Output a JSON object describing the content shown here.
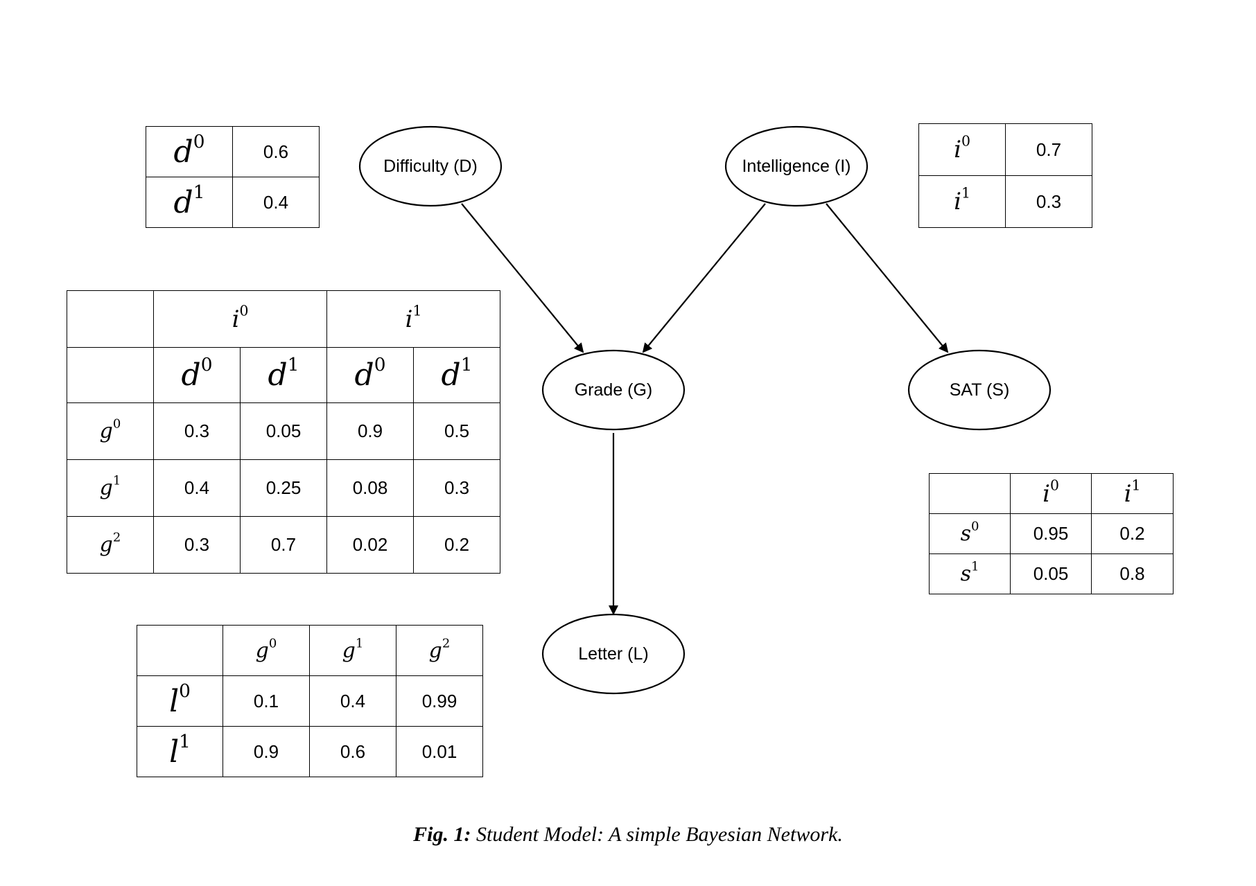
{
  "nodes": {
    "difficulty": "Difficulty (D)",
    "intelligence": "Intelligence (I)",
    "grade": "Grade (G)",
    "sat": "SAT (S)",
    "letter": "Letter (L)"
  },
  "cpt_difficulty": {
    "rows": [
      {
        "var": "d",
        "sup": "0",
        "p": "0.6"
      },
      {
        "var": "d",
        "sup": "1",
        "p": "0.4"
      }
    ]
  },
  "cpt_intelligence": {
    "rows": [
      {
        "var": "i",
        "sup": "0",
        "p": "0.7"
      },
      {
        "var": "i",
        "sup": "1",
        "p": "0.3"
      }
    ]
  },
  "cpt_grade": {
    "i_headers": [
      {
        "var": "i",
        "sup": "0"
      },
      {
        "var": "i",
        "sup": "1"
      }
    ],
    "d_headers": [
      {
        "var": "d",
        "sup": "0"
      },
      {
        "var": "d",
        "sup": "1"
      },
      {
        "var": "d",
        "sup": "0"
      },
      {
        "var": "d",
        "sup": "1"
      }
    ],
    "rows": [
      {
        "var": "g",
        "sup": "0",
        "values": [
          "0.3",
          "0.05",
          "0.9",
          "0.5"
        ]
      },
      {
        "var": "g",
        "sup": "1",
        "values": [
          "0.4",
          "0.25",
          "0.08",
          "0.3"
        ]
      },
      {
        "var": "g",
        "sup": "2",
        "values": [
          "0.3",
          "0.7",
          "0.02",
          "0.2"
        ]
      }
    ]
  },
  "cpt_sat": {
    "headers": [
      {
        "var": "i",
        "sup": "0"
      },
      {
        "var": "i",
        "sup": "1"
      }
    ],
    "rows": [
      {
        "var": "s",
        "sup": "0",
        "values": [
          "0.95",
          "0.2"
        ]
      },
      {
        "var": "s",
        "sup": "1",
        "values": [
          "0.05",
          "0.8"
        ]
      }
    ]
  },
  "cpt_letter": {
    "headers": [
      {
        "var": "g",
        "sup": "0"
      },
      {
        "var": "g",
        "sup": "1"
      },
      {
        "var": "g",
        "sup": "2"
      }
    ],
    "rows": [
      {
        "var": "l",
        "sup": "0",
        "values": [
          "0.1",
          "0.4",
          "0.99"
        ]
      },
      {
        "var": "l",
        "sup": "1",
        "values": [
          "0.9",
          "0.6",
          "0.01"
        ]
      }
    ]
  },
  "caption": {
    "label": "Fig. 1:",
    "text": "Student Model: A simple Bayesian Network."
  }
}
